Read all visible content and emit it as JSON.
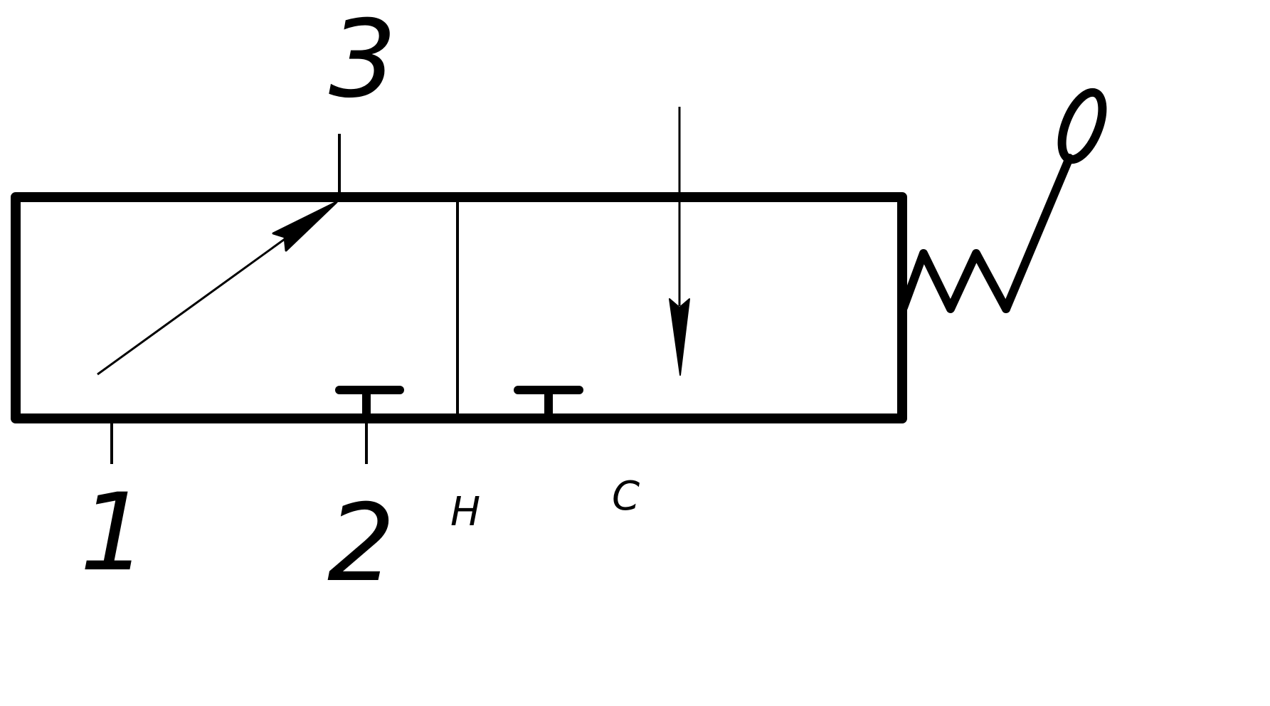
{
  "labels": {
    "port_1": "1",
    "port_2": "2",
    "port_3": "3",
    "pos_h": "Н",
    "pos_c": "С"
  },
  "colors": {
    "stroke": "#000000",
    "background": "#ffffff"
  },
  "icons": {
    "actuator": "spring-icon",
    "handle": "lever-handle-icon"
  }
}
